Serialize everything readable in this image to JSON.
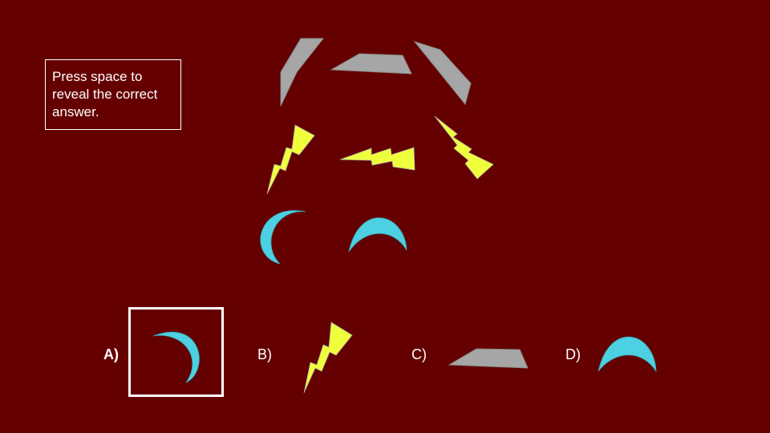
{
  "instruction": "Press space to reveal the correct answer.",
  "options": {
    "a": "A)",
    "b": "B)",
    "c": "C)",
    "d": "D)"
  },
  "selected_option": "A",
  "colors": {
    "background": "#650000",
    "gray_shape": "#a6a6a6",
    "lightning": "#f0ff3c",
    "crescent": "#4dd0e1"
  }
}
